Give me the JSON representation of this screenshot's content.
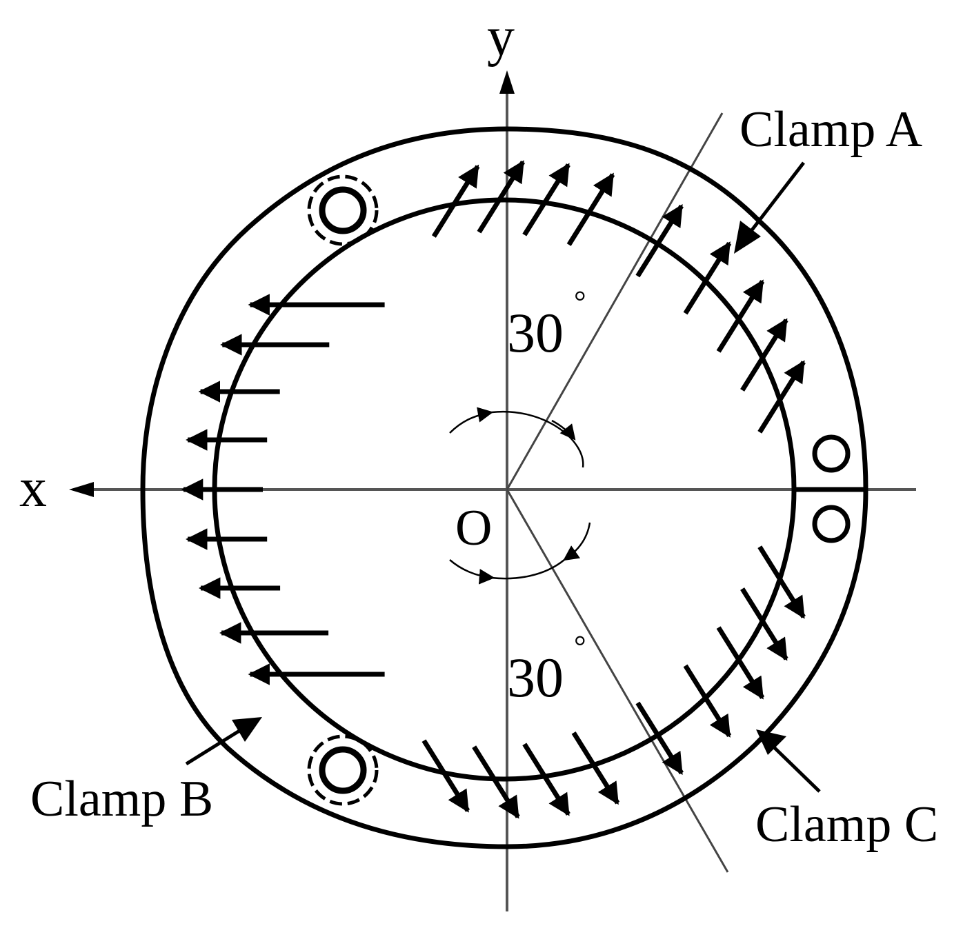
{
  "labels": {
    "y_axis": "y",
    "x_axis": "x",
    "origin": "O",
    "angle_upper": "30",
    "angle_lower": "30",
    "degree_symbol": "°",
    "clamp_a": "Clamp A",
    "clamp_b": "Clamp B",
    "clamp_c": "Clamp C"
  },
  "angles_deg": {
    "upper_ray_from_y_axis": 30,
    "lower_ray_from_neg_y_axis": 30
  },
  "colors": {
    "stroke": "#000000",
    "axis": "#555555",
    "background": "#ffffff"
  }
}
